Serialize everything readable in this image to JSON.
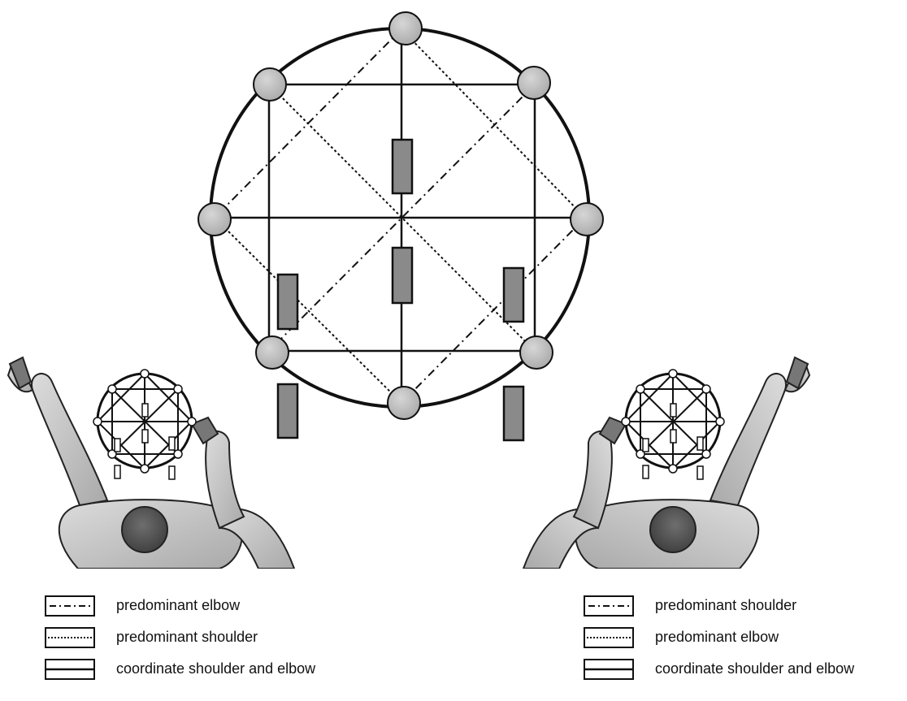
{
  "legend_left": {
    "items": [
      {
        "label": "predominant elbow",
        "style": "dashdot"
      },
      {
        "label": "predominant shoulder",
        "style": "dotted"
      },
      {
        "label": "coordinate shoulder and elbow",
        "style": "solid"
      }
    ]
  },
  "legend_right": {
    "items": [
      {
        "label": "predominant shoulder",
        "style": "dashdot"
      },
      {
        "label": "predominant elbow",
        "style": "dotted"
      },
      {
        "label": "coordinate shoulder and elbow",
        "style": "solid"
      }
    ]
  },
  "colors": {
    "line": "#111111",
    "target_fill": "#bdbdbd",
    "bar_fill": "#8a8a8a",
    "arm_fill": "#c4c4c4",
    "head_fill": "#555555"
  }
}
